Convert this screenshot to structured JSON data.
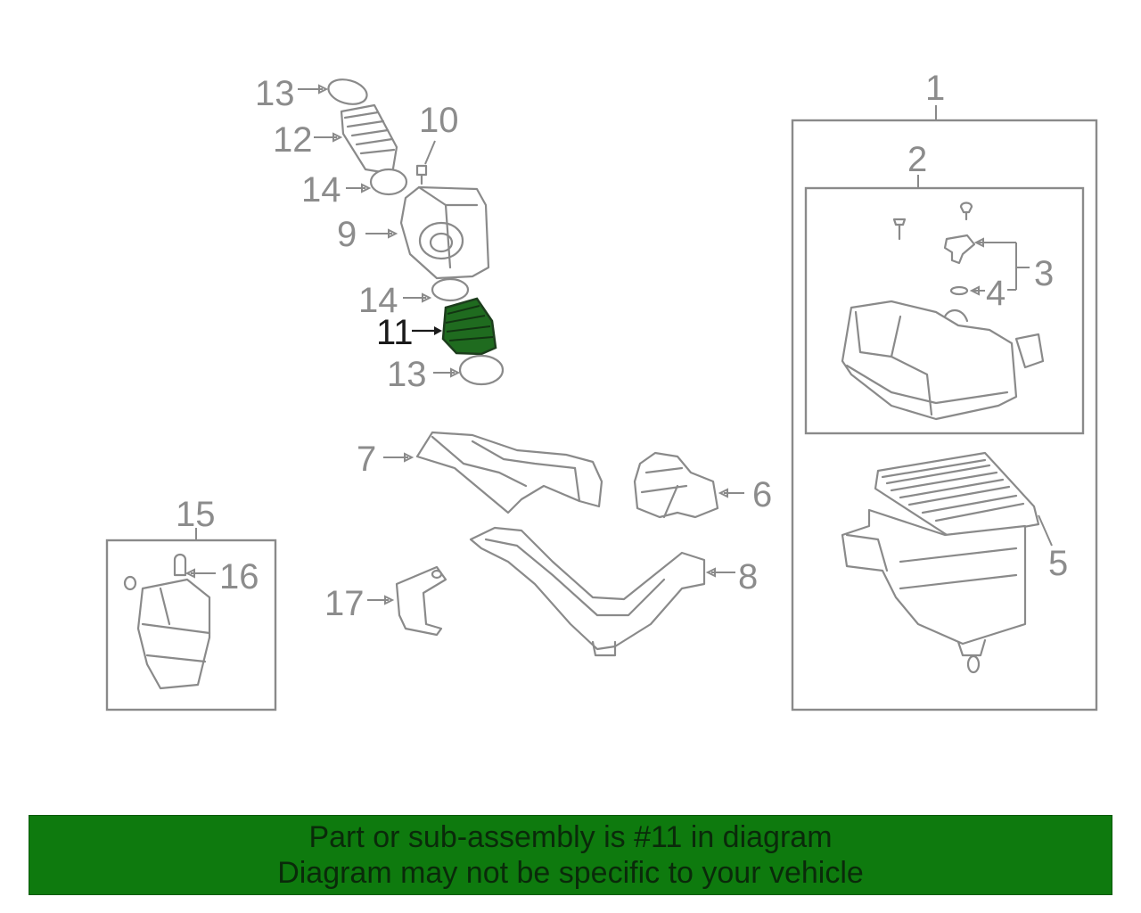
{
  "labels": {
    "p1": "1",
    "p2": "2",
    "p3": "3",
    "p4": "4",
    "p5": "5",
    "p6": "6",
    "p7": "7",
    "p8": "8",
    "p9": "9",
    "p10": "10",
    "p11": "11",
    "p12": "12",
    "p13a": "13",
    "p13b": "13",
    "p14a": "14",
    "p14b": "14",
    "p15": "15",
    "p16": "16",
    "p17": "17"
  },
  "highlight_color": "#1f6b1f",
  "banner": {
    "line1": "Part or sub-assembly is #11 in diagram",
    "line2": "Diagram may not be specific to your vehicle"
  }
}
